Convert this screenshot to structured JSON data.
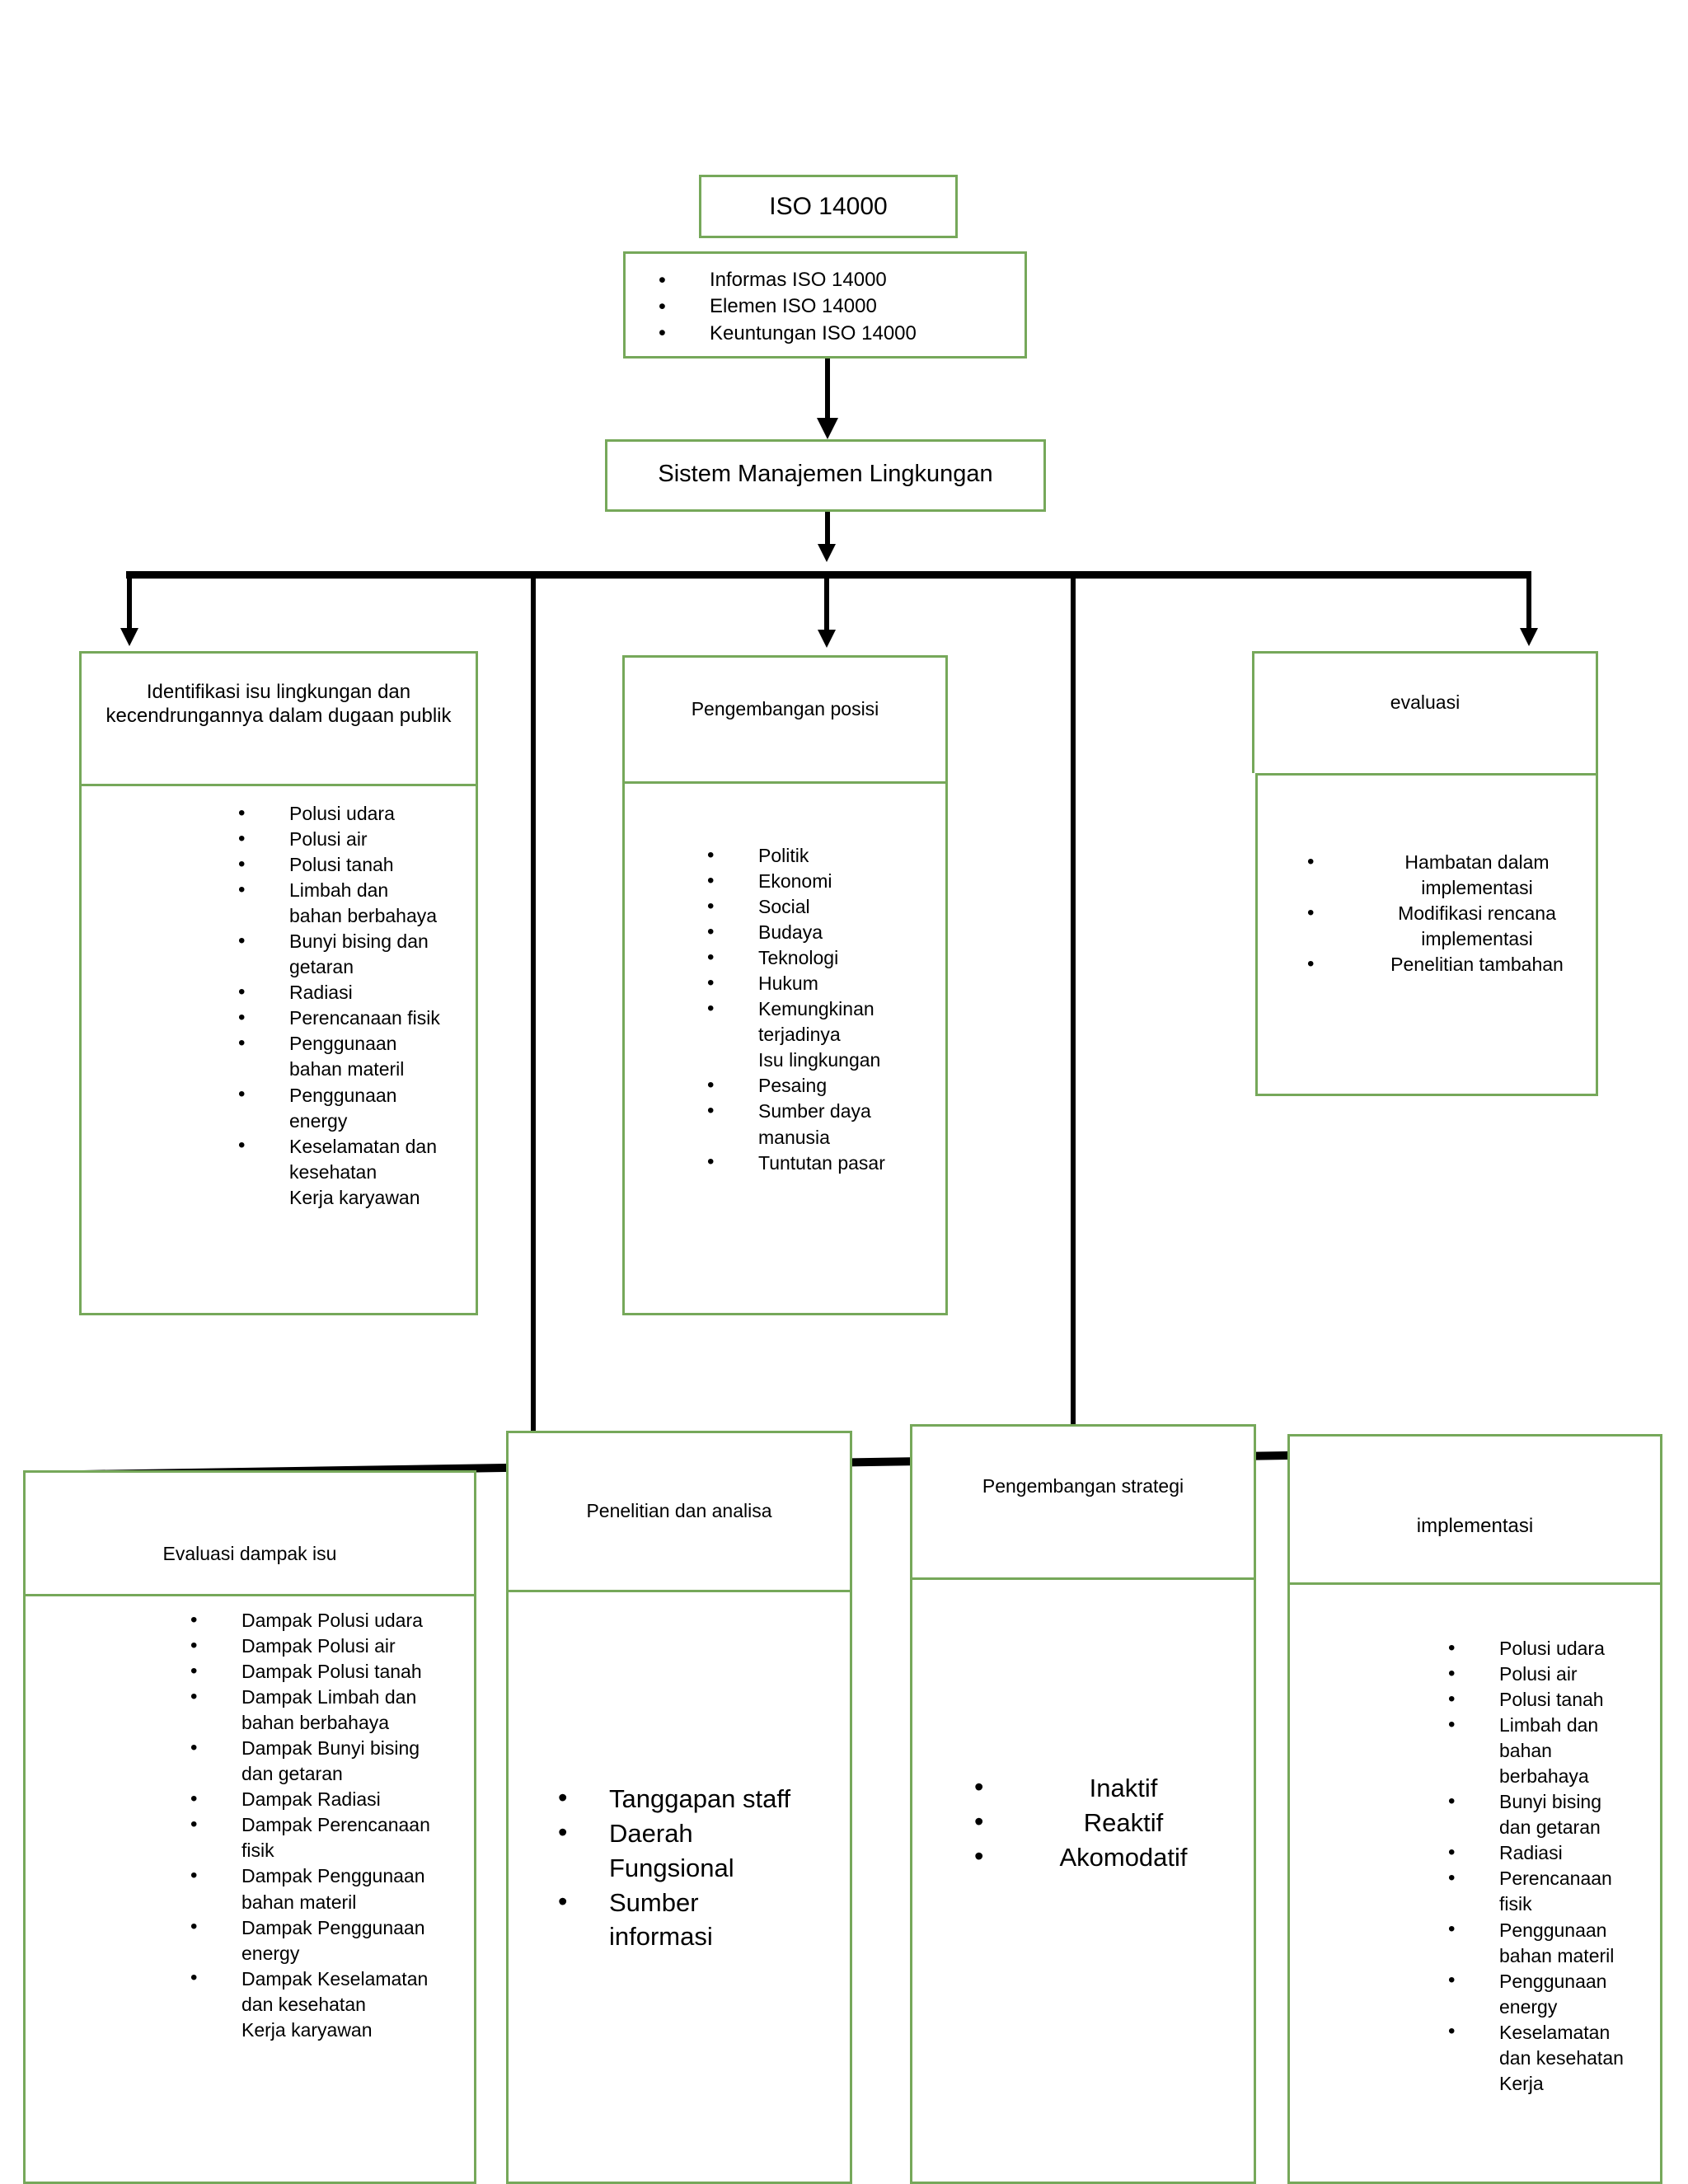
{
  "theme": {
    "box_border_color": "#76A85A",
    "connector_color": "#000000",
    "background": "#ffffff",
    "text_color": "#000000"
  },
  "top": {
    "title_box": {
      "label": "ISO 14000"
    },
    "detail_box": {
      "items": [
        "Informas      ISO  14000",
        "Elemen         ISO  14000",
        "Keuntungan  ISO  14000"
      ]
    },
    "system_box": {
      "label": "Sistem Manajemen Lingkungan"
    }
  },
  "row_middle": [
    {
      "header": "Identifikasi isu lingkungan dan kecendrungannya dalam dugaan publik",
      "items": [
        {
          "text": "Polusi udara",
          "bullet": true
        },
        {
          "text": "Polusi air",
          "bullet": true
        },
        {
          "text": "Polusi tanah",
          "bullet": true
        },
        {
          "text": "Limbah dan",
          "bullet": true
        },
        {
          "text": "bahan berbahaya",
          "bullet": false
        },
        {
          "text": "Bunyi bising dan",
          "bullet": true
        },
        {
          "text": "getaran",
          "bullet": false
        },
        {
          "text": "Radiasi",
          "bullet": true
        },
        {
          "text": "Perencanaan fisik",
          "bullet": true
        },
        {
          "text": "Penggunaan",
          "bullet": true
        },
        {
          "text": "bahan materil",
          "bullet": false
        },
        {
          "text": "Penggunaan",
          "bullet": true
        },
        {
          "text": "energy",
          "bullet": false
        },
        {
          "text": "Keselamatan dan",
          "bullet": true
        },
        {
          "text": "kesehatan",
          "bullet": false
        },
        {
          "text": "Kerja karyawan",
          "bullet": false
        }
      ]
    },
    {
      "header": "Pengembangan posisi",
      "items": [
        {
          "text": "Politik",
          "bullet": true
        },
        {
          "text": "Ekonomi",
          "bullet": true
        },
        {
          "text": "Social",
          "bullet": true
        },
        {
          "text": "Budaya",
          "bullet": true
        },
        {
          "text": "Teknologi",
          "bullet": true
        },
        {
          "text": "Hukum",
          "bullet": true
        },
        {
          "text": "Kemungkinan",
          "bullet": true
        },
        {
          "text": "terjadinya",
          "bullet": false
        },
        {
          "text": "Isu lingkungan",
          "bullet": false
        },
        {
          "text": "Pesaing",
          "bullet": true
        },
        {
          "text": "Sumber daya",
          "bullet": true
        },
        {
          "text": "manusia",
          "bullet": false
        },
        {
          "text": "Tuntutan pasar",
          "bullet": true
        }
      ]
    },
    {
      "header": "evaluasi",
      "items": [
        {
          "text": "Hambatan dalam",
          "bullet": true
        },
        {
          "text": "implementasi",
          "bullet": false
        },
        {
          "text": "Modifikasi rencana",
          "bullet": true
        },
        {
          "text": "implementasi",
          "bullet": false
        },
        {
          "text": "Penelitian tambahan",
          "bullet": true
        }
      ]
    }
  ],
  "row_bottom": [
    {
      "header": "Evaluasi dampak isu",
      "items": [
        {
          "text": "Dampak Polusi udara",
          "bullet": true
        },
        {
          "text": "Dampak Polusi air",
          "bullet": true
        },
        {
          "text": "Dampak Polusi tanah",
          "bullet": true
        },
        {
          "text": "Dampak Limbah dan",
          "bullet": true
        },
        {
          "text": "bahan berbahaya",
          "bullet": false
        },
        {
          "text": "Dampak Bunyi bising",
          "bullet": true
        },
        {
          "text": "dan getaran",
          "bullet": false
        },
        {
          "text": "Dampak Radiasi",
          "bullet": true
        },
        {
          "text": "Dampak Perencanaan",
          "bullet": true
        },
        {
          "text": "fisik",
          "bullet": false
        },
        {
          "text": "Dampak Penggunaan",
          "bullet": true
        },
        {
          "text": "bahan materil",
          "bullet": false
        },
        {
          "text": "Dampak Penggunaan",
          "bullet": true
        },
        {
          "text": "energy",
          "bullet": false
        },
        {
          "text": "Dampak Keselamatan",
          "bullet": true
        },
        {
          "text": "dan kesehatan",
          "bullet": false
        },
        {
          "text": "Kerja karyawan",
          "bullet": false
        }
      ]
    },
    {
      "header": "Penelitian dan analisa",
      "items": [
        {
          "text": "Tanggapan staff",
          "bullet": true
        },
        {
          "text": " Daerah",
          "bullet": true
        },
        {
          "text": "Fungsional",
          "bullet": false
        },
        {
          "text": "Sumber",
          "bullet": true
        },
        {
          "text": "informasi",
          "bullet": false
        }
      ]
    },
    {
      "header": "Pengembangan strategi",
      "items": [
        {
          "text": "Inaktif",
          "bullet": true
        },
        {
          "text": "Reaktif",
          "bullet": true
        },
        {
          "text": "Akomodatif",
          "bullet": true
        }
      ]
    },
    {
      "header": "implementasi",
      "items": [
        {
          "text": "Polusi udara",
          "bullet": true
        },
        {
          "text": "Polusi air",
          "bullet": true
        },
        {
          "text": "Polusi tanah",
          "bullet": true
        },
        {
          "text": "Limbah dan",
          "bullet": true
        },
        {
          "text": "bahan",
          "bullet": false
        },
        {
          "text": "berbahaya",
          "bullet": false
        },
        {
          "text": "Bunyi bising",
          "bullet": true
        },
        {
          "text": "dan getaran",
          "bullet": false
        },
        {
          "text": "Radiasi",
          "bullet": true
        },
        {
          "text": "Perencanaan",
          "bullet": true
        },
        {
          "text": "fisik",
          "bullet": false
        },
        {
          "text": "Penggunaan",
          "bullet": true
        },
        {
          "text": "bahan materil",
          "bullet": false
        },
        {
          "text": "Penggunaan",
          "bullet": true
        },
        {
          "text": "energy",
          "bullet": false
        },
        {
          "text": "Keselamatan",
          "bullet": true
        },
        {
          "text": "dan kesehatan",
          "bullet": false
        },
        {
          "text": "Kerja",
          "bullet": false
        }
      ]
    }
  ]
}
